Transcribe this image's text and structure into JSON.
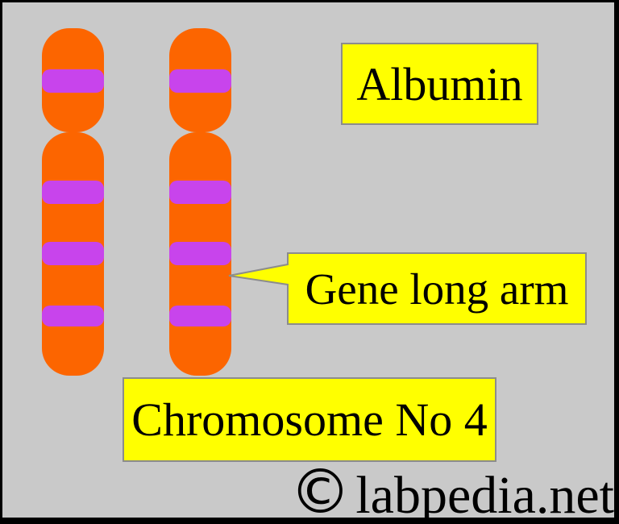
{
  "background": "#C9C9C9",
  "colors": {
    "chromosome_body": "#FC6500",
    "gene_band": "#C844EC",
    "label_background": "#FFFF00",
    "label_border": "#8C8C8C",
    "text": "#000000",
    "frame": "#000000"
  },
  "chromosome_diagram": {
    "copies": 2,
    "arms_per_copy": [
      "short-arm",
      "long-arm"
    ],
    "bands_per_copy": 4,
    "bands_on_short_arm": 1,
    "bands_on_long_arm": 3
  },
  "labels": {
    "albumin": "Albumin",
    "gene_long_arm": "Gene long arm",
    "chromosome_number": "Chromosome No 4"
  },
  "watermark": {
    "symbol": "©",
    "text": "labpedia.net"
  }
}
